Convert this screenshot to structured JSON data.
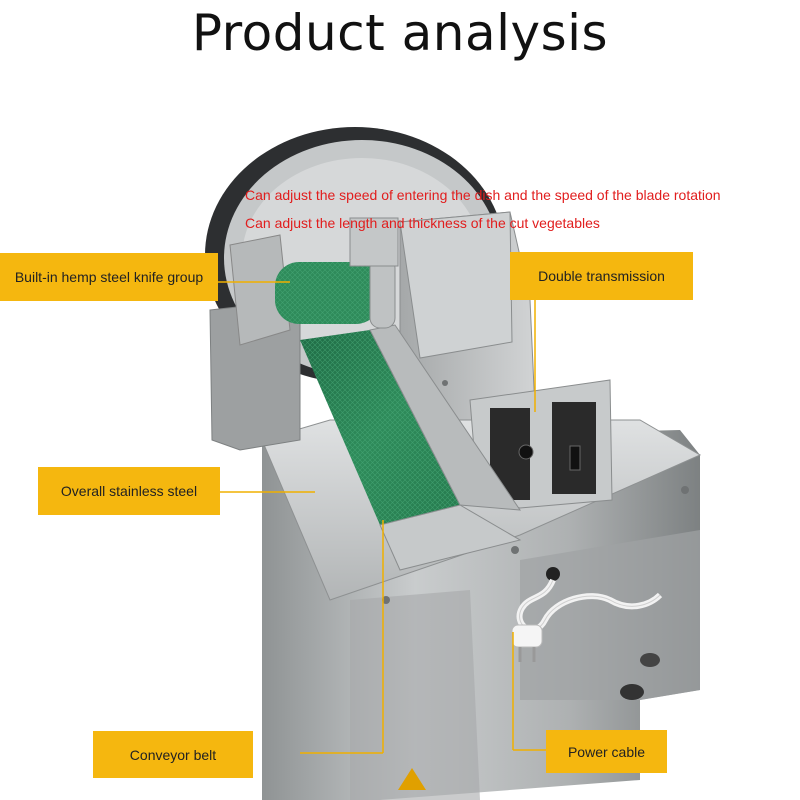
{
  "title": "Product analysis",
  "notes": [
    "Can adjust the speed of entering the dish and the speed of the blade rotation",
    "Can adjust the length and thickness of the cut vegetables"
  ],
  "labels": {
    "knife_group": "Built-in hemp steel knife group",
    "double_transmission": "Double transmission",
    "stainless_steel": "Overall stainless steel",
    "conveyor_belt": "Conveyor belt",
    "power_cable": "Power cable"
  },
  "colors": {
    "label_bg": "#f5b70f",
    "leader_line": "#f0b000",
    "note_text": "#e11d1d",
    "steel": "#b9bcbd",
    "belt": "#2e8b5a"
  }
}
